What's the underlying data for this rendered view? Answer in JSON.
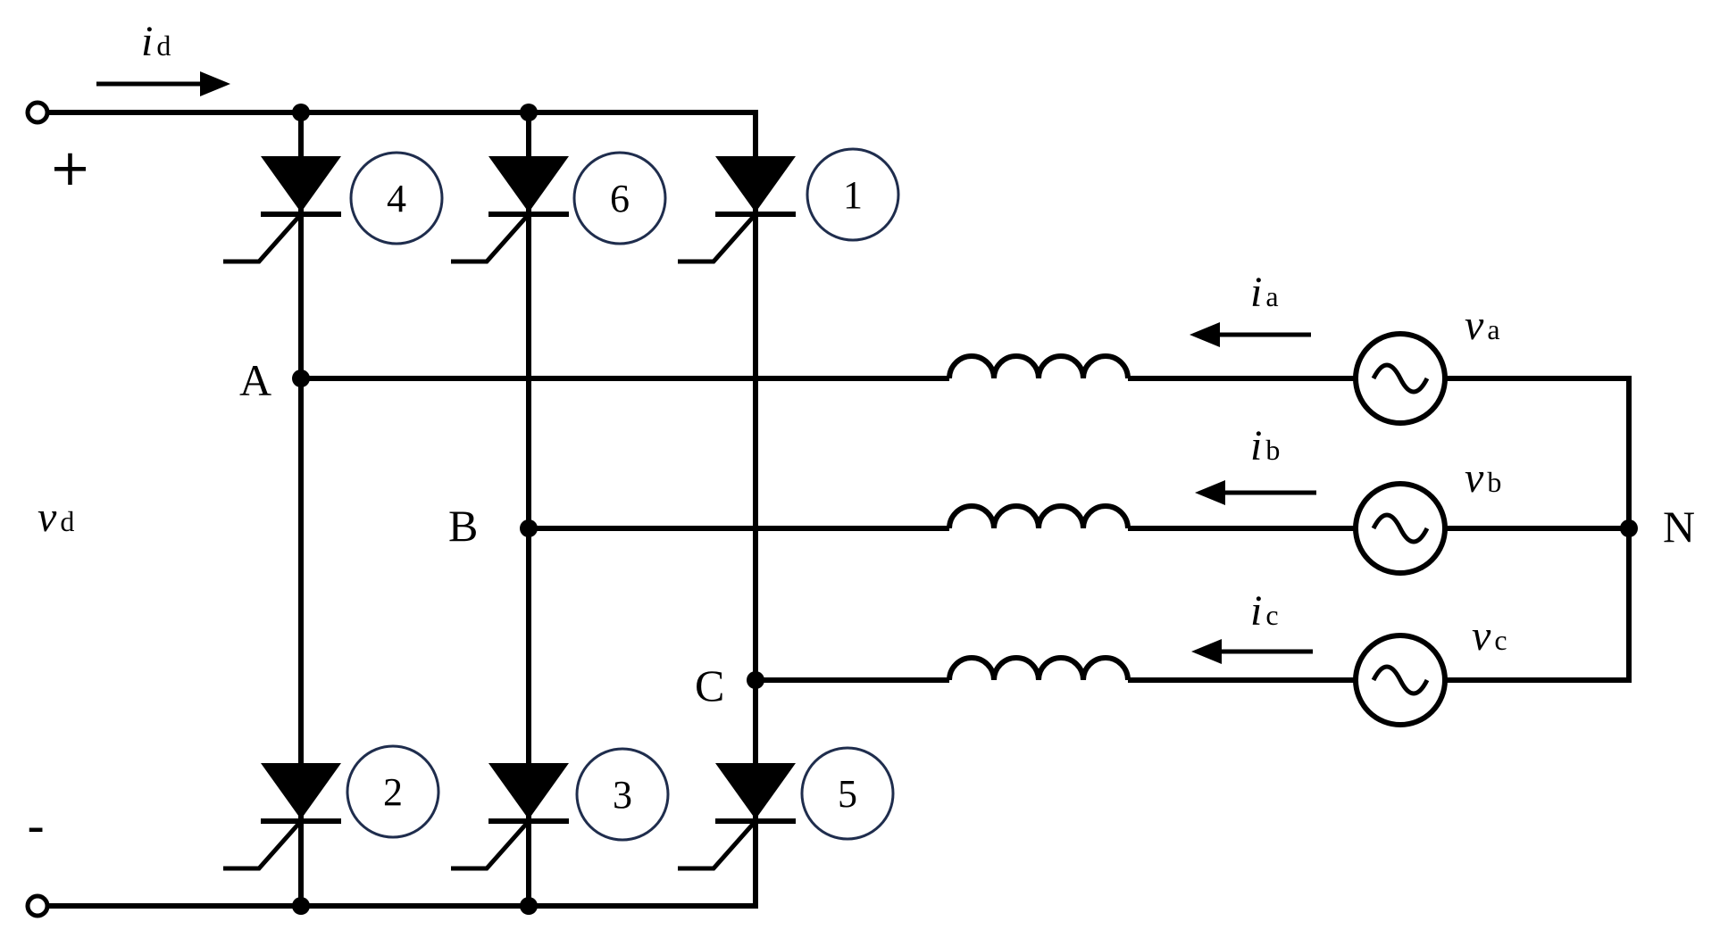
{
  "terminals": {
    "plus": "+",
    "minus": "-"
  },
  "dc_current": {
    "symbol": "i",
    "subscript": "d"
  },
  "dc_voltage": {
    "symbol": "v",
    "subscript": "d"
  },
  "thyristors": {
    "t4": "4",
    "t6": "6",
    "t1": "1",
    "t2": "2",
    "t3": "3",
    "t5": "5"
  },
  "nodes": {
    "a": "A",
    "b": "B",
    "c": "C",
    "n": "N"
  },
  "phases": {
    "a": {
      "current": "i",
      "current_sub": "a",
      "voltage": "v",
      "voltage_sub": "a"
    },
    "b": {
      "current": "i",
      "current_sub": "b",
      "voltage": "v",
      "voltage_sub": "b"
    },
    "c": {
      "current": "i",
      "current_sub": "c",
      "voltage": "v",
      "voltage_sub": "c"
    }
  }
}
